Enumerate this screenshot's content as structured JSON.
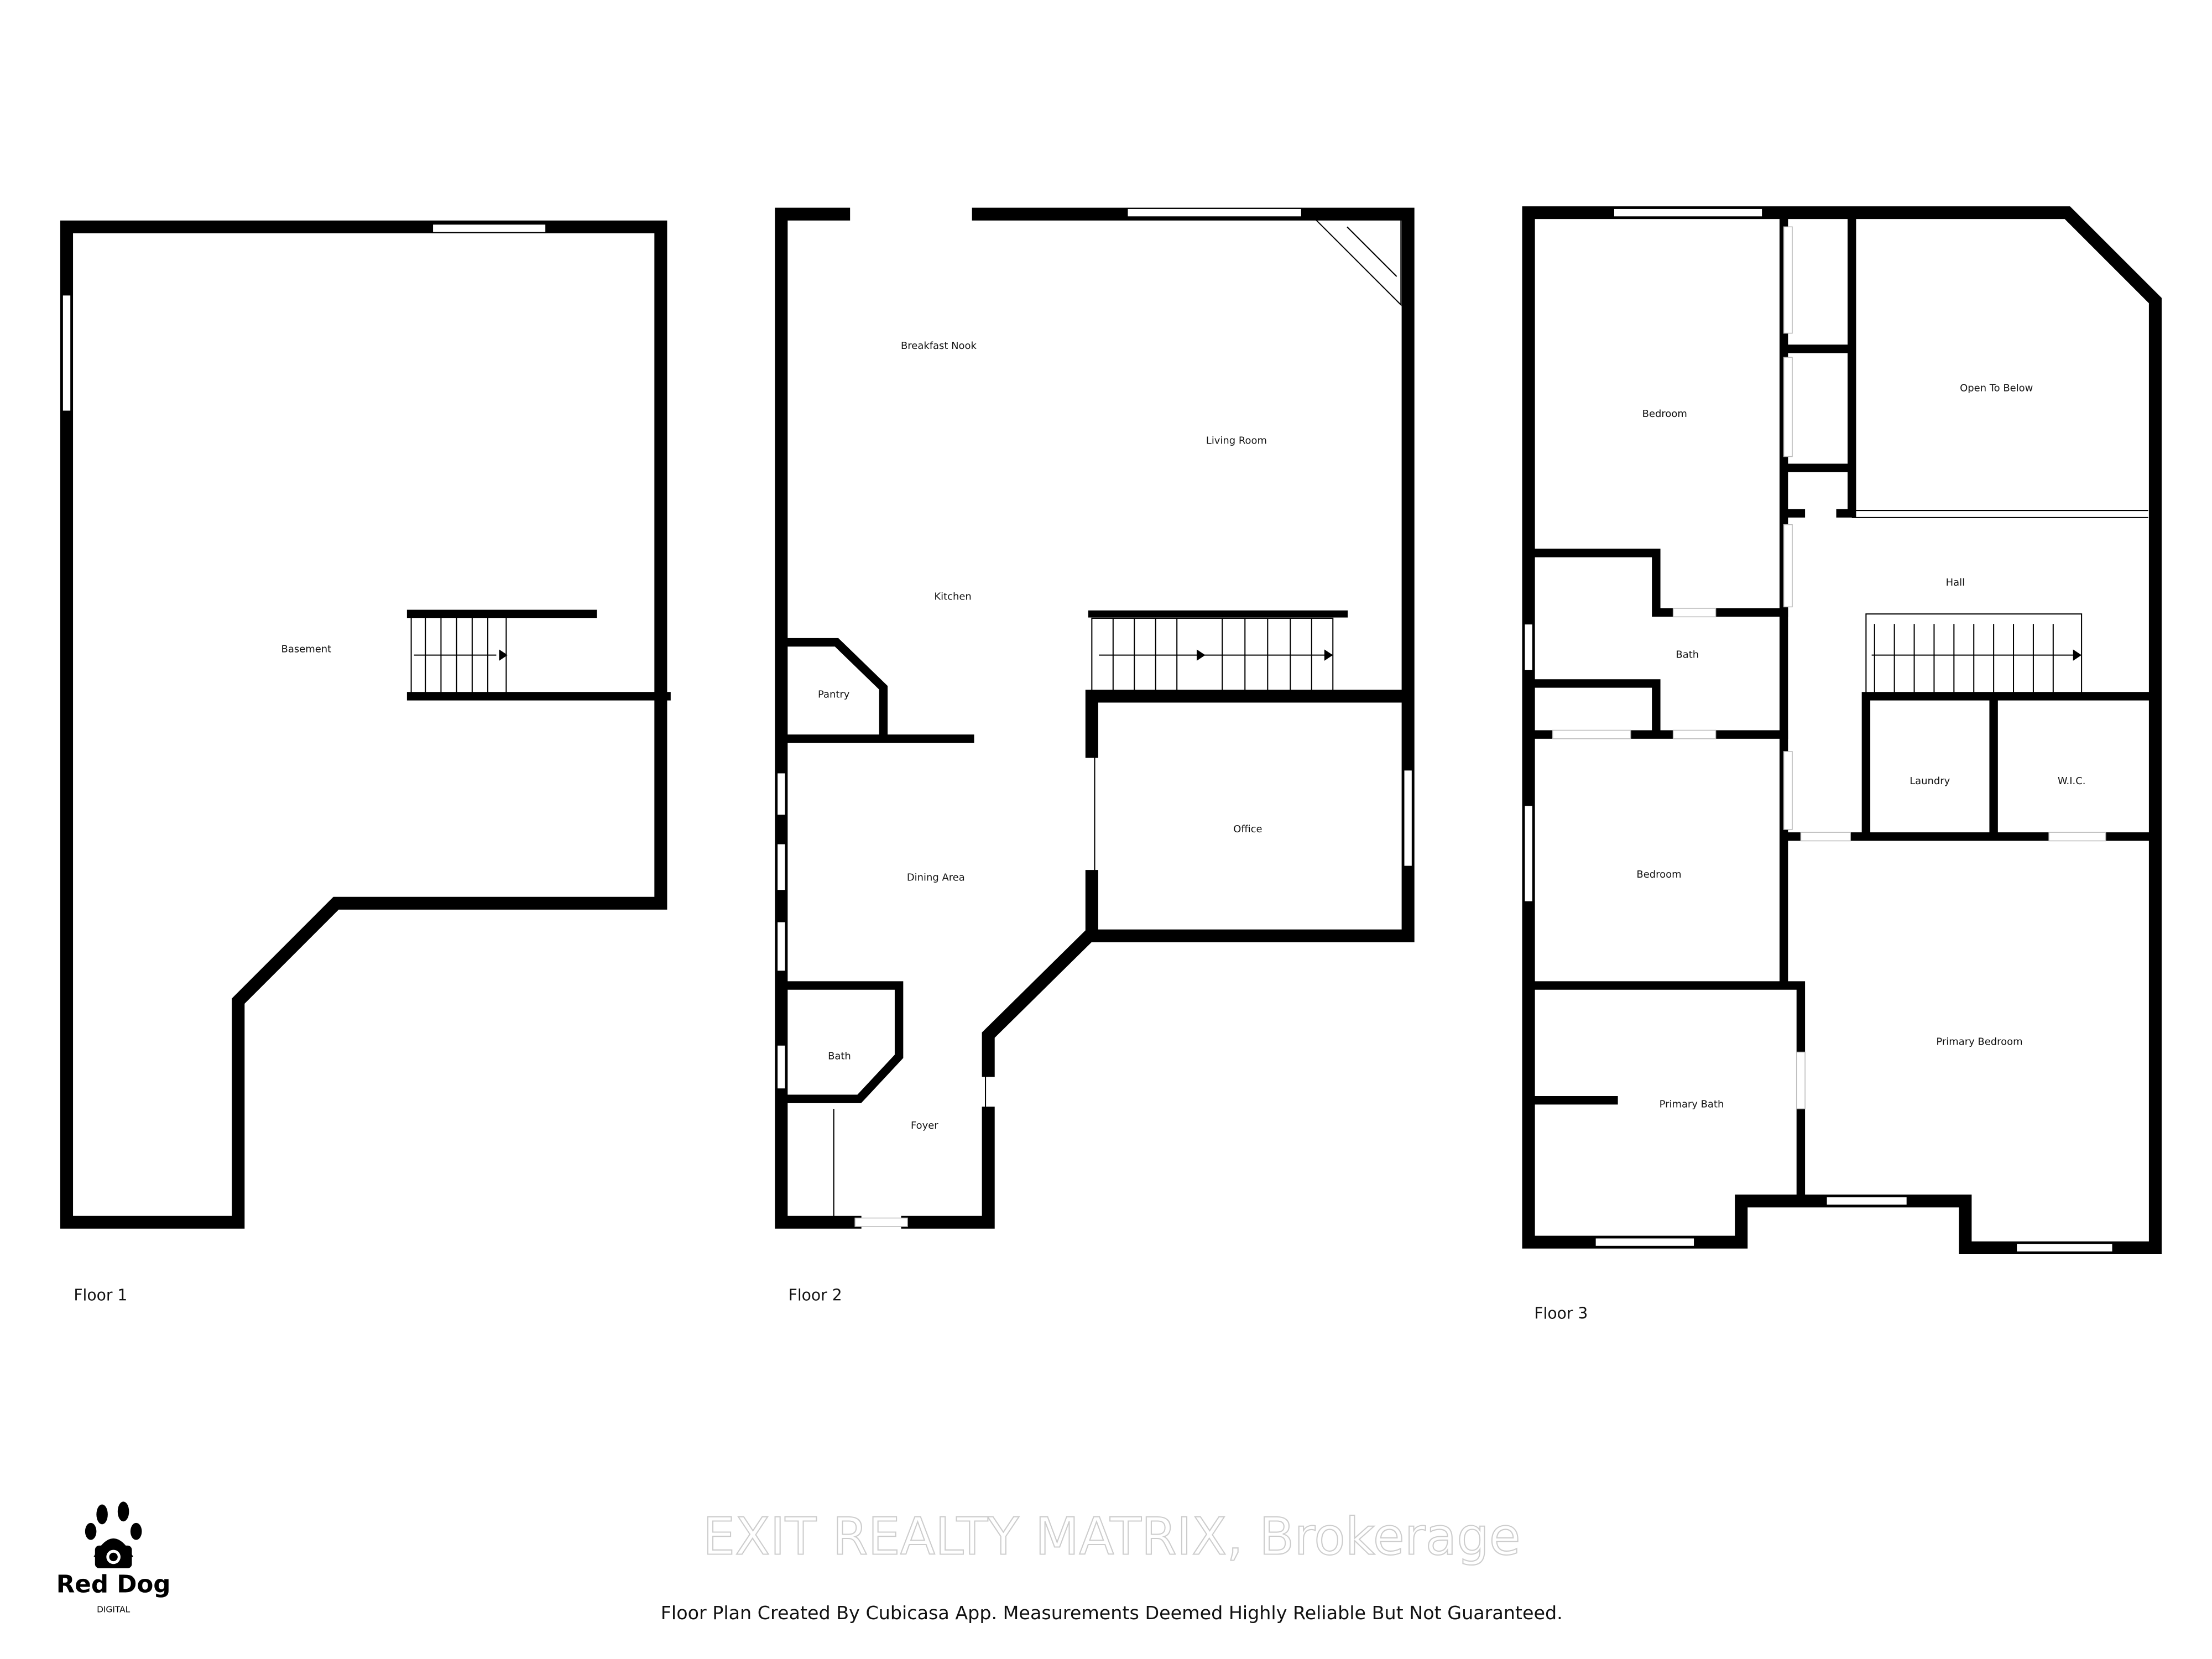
{
  "floors": [
    {
      "label": "Floor 1",
      "rooms": [
        "Basement"
      ]
    },
    {
      "label": "Floor 2",
      "rooms": [
        "Breakfast Nook",
        "Living Room",
        "Kitchen",
        "Pantry",
        "Office",
        "Dining Area",
        "Bath",
        "Foyer"
      ]
    },
    {
      "label": "Floor 3",
      "rooms": [
        "Bedroom",
        "Open To Below",
        "Hall",
        "Bath",
        "Laundry",
        "W.I.C.",
        "Bedroom",
        "Primary Bedroom",
        "Primary Bath"
      ]
    }
  ],
  "footer": {
    "disclaimer": "Floor Plan Created By Cubicasa App. Measurements Deemed Highly Reliable But Not Guaranteed.",
    "watermark": "EXIT REALTY MATRIX, Brokerage"
  },
  "logo": {
    "name": "Red Dog",
    "sub": "DIGITAL",
    "icon": "paw-camera-icon"
  }
}
